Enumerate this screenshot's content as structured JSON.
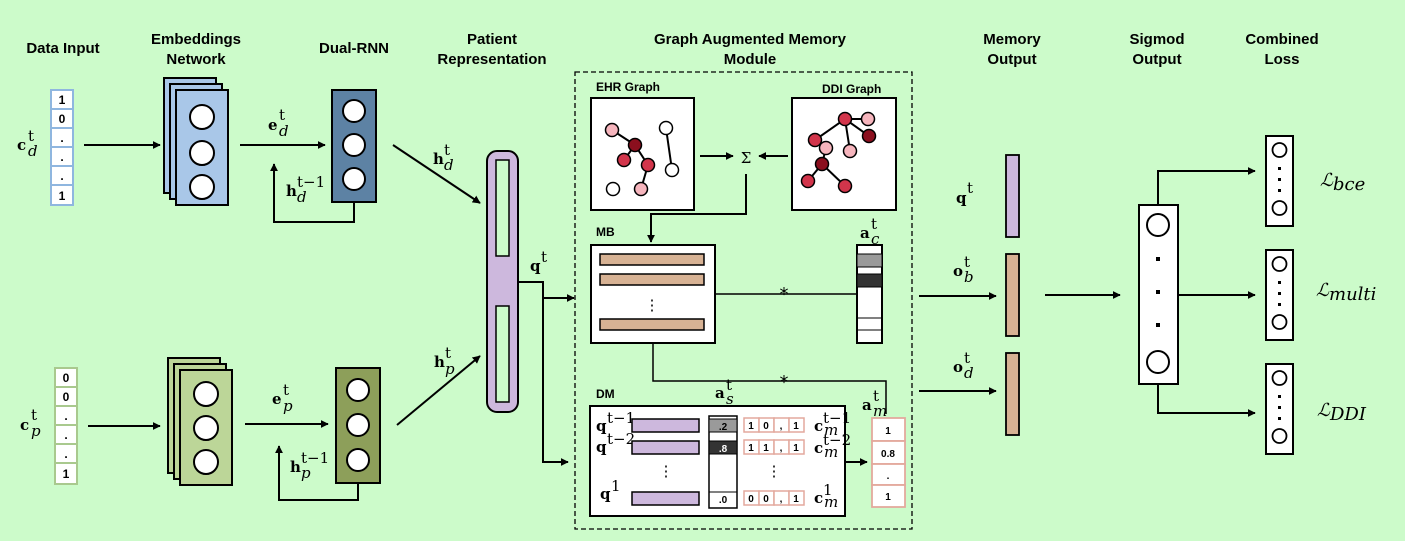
{
  "headers": {
    "data_input": "Data Input",
    "embeddings_1": "Embeddings",
    "embeddings_2": "Network",
    "dual_rnn": "Dual-RNN",
    "patient_1": "Patient",
    "patient_2": "Representation",
    "gamm_1": "Graph Augmented Memory",
    "gamm_2": "Module",
    "memout_1": "Memory",
    "memout_2": "Output",
    "sigmod_1": "Sigmod",
    "sigmod_2": "Output",
    "loss_1": "Combined",
    "loss_2": "Loss"
  },
  "input_d": {
    "cells": [
      "1",
      "0",
      ".",
      ".",
      ".",
      "1"
    ]
  },
  "input_p": {
    "cells": [
      "0",
      "0",
      ".",
      ".",
      ".",
      "1"
    ]
  },
  "math": {
    "c": "c",
    "e": "e",
    "h": "h",
    "q": "q",
    "o": "o",
    "a": "a",
    "sub_d": "d",
    "sub_p": "p",
    "sub_b": "b",
    "sub_c": "c",
    "sub_s": "s",
    "sub_m": "m",
    "sup_t": "t",
    "sup_tm1": "t−1",
    "sup_tm2": "t−2",
    "sup_1": "1",
    "sum": "Σ",
    "star": "*",
    "vdots": "⋮"
  },
  "memory": {
    "ehr_graph": "EHR Graph",
    "ddi_graph": "DDI Graph",
    "mb": "MB",
    "dm": "DM",
    "as_values": [
      ".2",
      ".8",
      ".0"
    ],
    "cm_rows": [
      [
        "1",
        "0",
        ",",
        "1"
      ],
      [
        "1",
        "1",
        ",",
        "1"
      ],
      [
        "0",
        "0",
        ",",
        "1"
      ]
    ],
    "am_values": [
      "1",
      "0.8",
      ".",
      "1"
    ]
  },
  "losses": {
    "L": "ℒ",
    "bce": "bce",
    "multi": "multi",
    "ddi": "DDI"
  },
  "colors": {
    "background": "#ccfbca",
    "diag_blue": "#a9c7e8",
    "diag_blue_dark": "#5a7fa0",
    "proc_green": "#bcd698",
    "proc_green_dark": "#7f9a52",
    "purple": "#cdb8dd",
    "tan": "#d7b294",
    "node_pink": "#f6b5bd",
    "node_red": "#d2354b",
    "node_dark": "#8b0f1e"
  }
}
